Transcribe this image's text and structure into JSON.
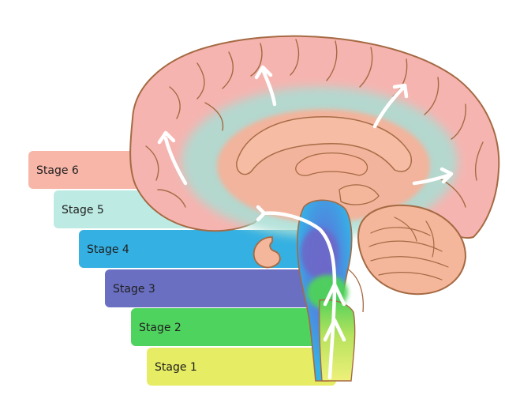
{
  "stages": [
    {
      "label": "Stage 6",
      "color": "#f7b6a8"
    },
    {
      "label": "Stage 5",
      "color": "#bdebe4"
    },
    {
      "label": "Stage 4",
      "color": "#35b0e2"
    },
    {
      "label": "Stage 3",
      "color": "#6a6fc1"
    },
    {
      "label": "Stage 2",
      "color": "#4fd35f"
    },
    {
      "label": "Stage 1",
      "color": "#e6ec63"
    }
  ],
  "colors": {
    "cortex": "#f6b4b0",
    "outline": "#a56a43",
    "inner_tissue": "#f4b79b",
    "limbic_glow": "#a9ded4",
    "brainstem": "#35aee3",
    "midbrain": "#6d67c8",
    "pons": "#4fd35a",
    "spinal": "#e8ee6d",
    "arrow": "#ffffff"
  }
}
